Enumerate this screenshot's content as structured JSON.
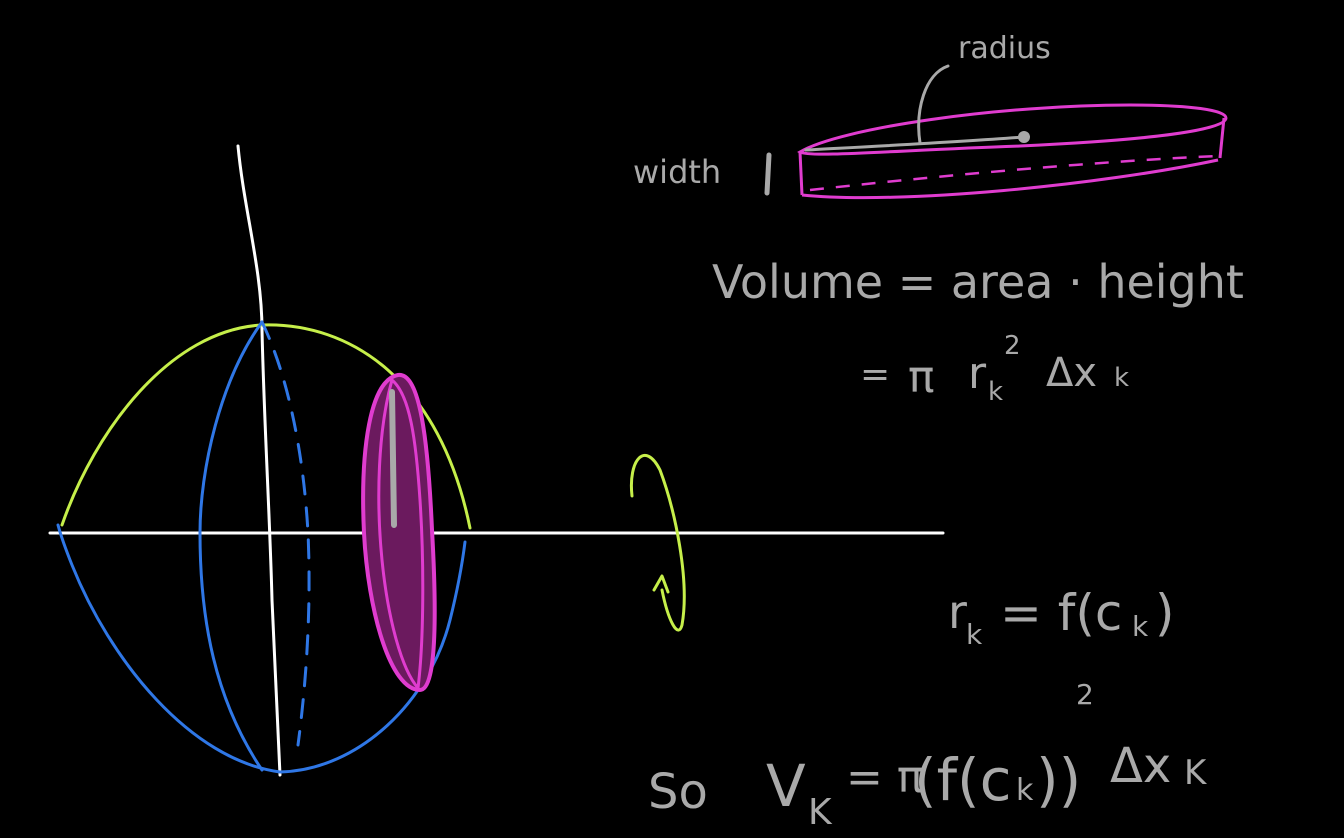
{
  "colors": {
    "background": "#000000",
    "axis": "#ffffff",
    "curve_top": "#c6ef4a",
    "curve_bottom": "#2f77e6",
    "disk": "#e03ccf",
    "disk_fill": "#6b1a5e",
    "ink_gray": "#a9a9a9"
  },
  "labels": {
    "radius": "radius",
    "width": "width",
    "volume_line": "Volume = area · height",
    "pi_line_eq": "=",
    "pi_line_pi": "π",
    "pi_line_r": "r",
    "pi_line_sub": "k",
    "pi_line_sup": "2",
    "pi_line_dx": "Δx",
    "pi_line_dx_sub": "k",
    "rk_line_r": "r",
    "rk_line_sub": "k",
    "rk_line_rest": "= f(c",
    "rk_line_sub2": "k",
    "rk_line_close": ")",
    "so": "So",
    "vk_V": "V",
    "vk_sub": "K",
    "vk_eq": "= π",
    "vk_body": "(f(c",
    "vk_sub2": "k",
    "vk_close": "))",
    "vk_sup": "2",
    "vk_dx": "Δx",
    "vk_dx_sub": "K"
  }
}
